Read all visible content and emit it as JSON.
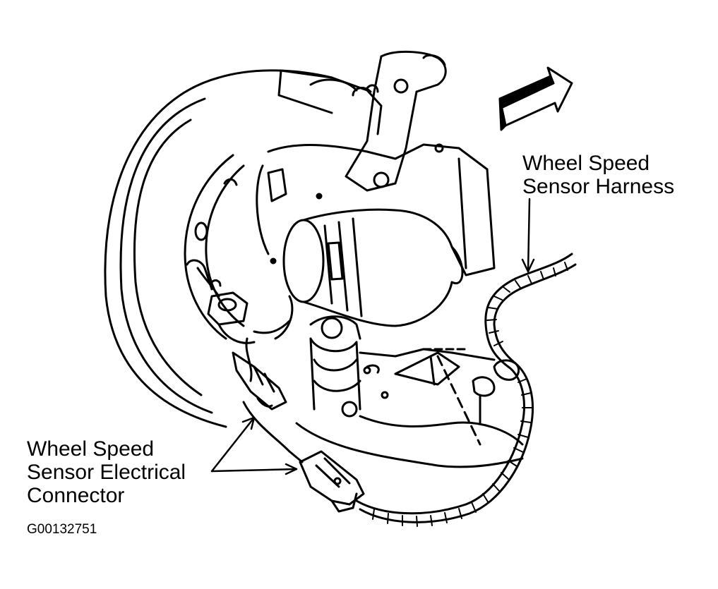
{
  "labels": {
    "harness": {
      "line1": "Wheel Speed",
      "line2": "Sensor Harness"
    },
    "connector": {
      "line1": "Wheel Speed",
      "line2": "Sensor Electrical",
      "line3": "Connector"
    }
  },
  "figure_id": "G00132751",
  "colors": {
    "ink": "#000000",
    "paper": "#ffffff"
  },
  "icons": {
    "direction_arrow": "arrow-forward-icon"
  }
}
